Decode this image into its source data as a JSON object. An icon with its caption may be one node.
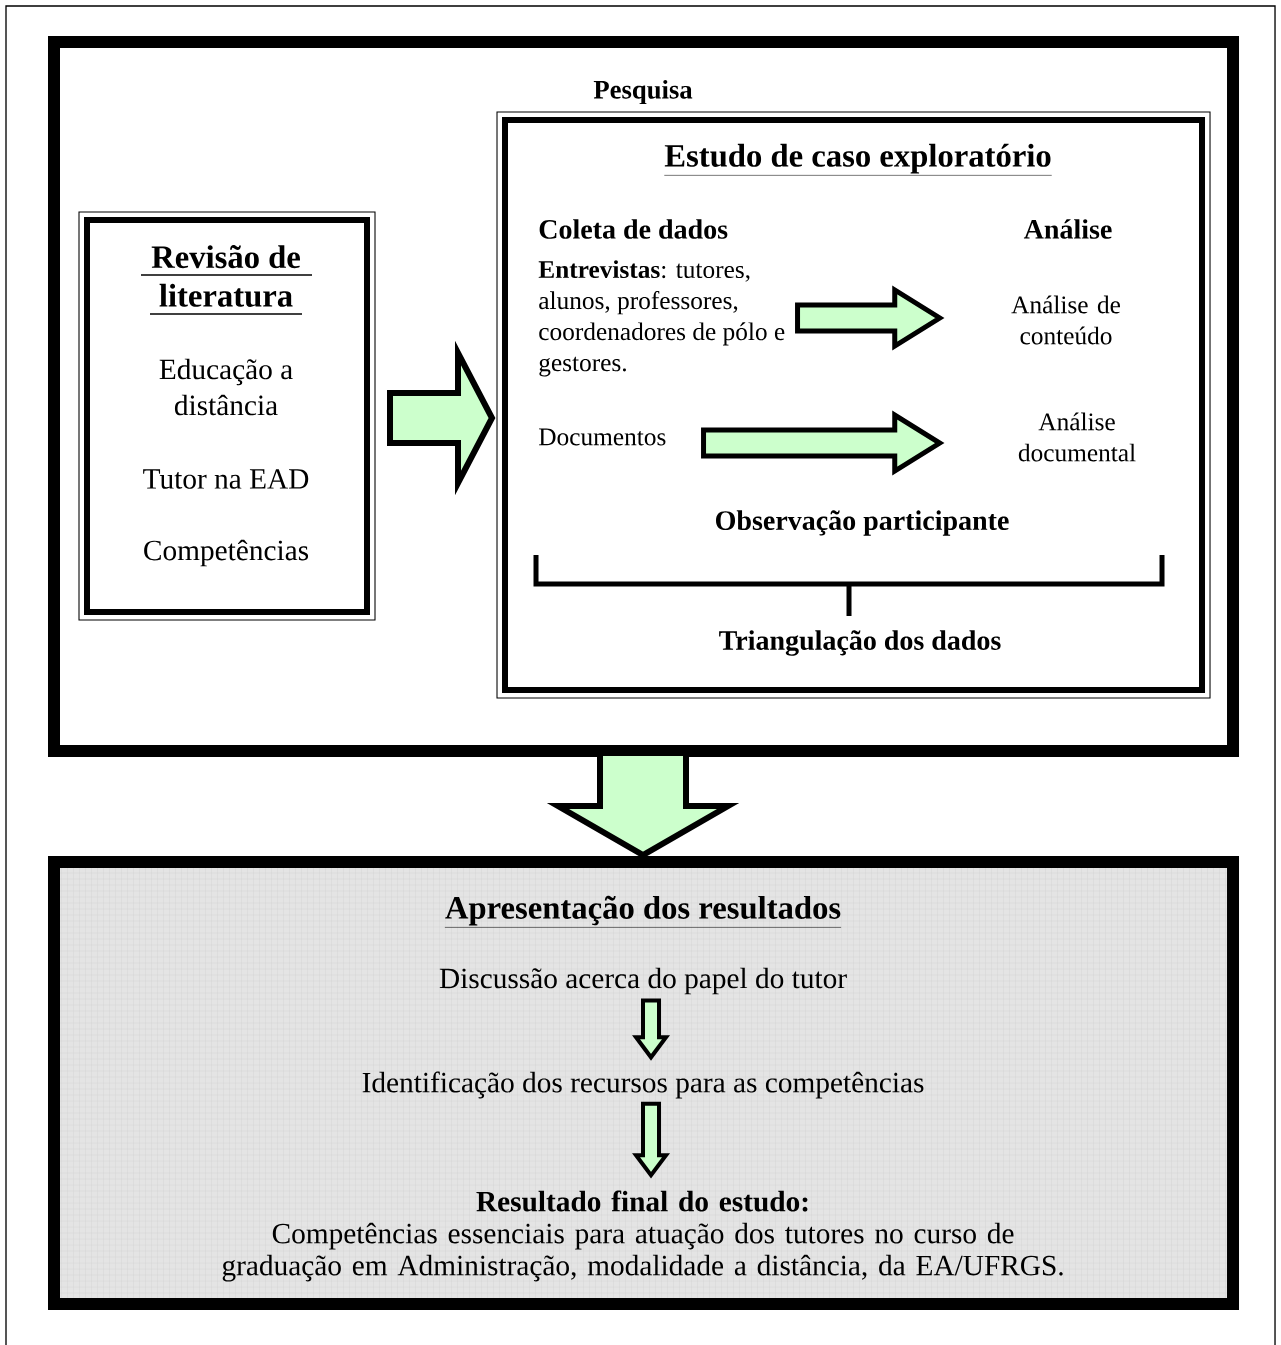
{
  "diagram": {
    "nodes": [
      {
        "text": [
          "Pesquisa"
        ]
      },
      {
        "text": [
          "Revisão de literatura",
          "Educação a distância",
          "Tutor na EAD",
          "Competências"
        ],
        "in": 0
      },
      {
        "text": [
          "Estudo de caso exploratório",
          "Coleta de dados",
          "Análise",
          "Observação participante",
          "Triangulação dos dados"
        ],
        "in": 0
      },
      {
        "text": [
          "**Entrevistas**: tutores, alunos, professores, coordenadores de pólo e gestores."
        ],
        "in": 2
      },
      {
        "text": [
          "Análise de conteúdo"
        ],
        "in": 2
      },
      {
        "text": [
          "Documentos"
        ],
        "in": 2
      },
      {
        "text": [
          "Análise documental"
        ],
        "in": 2
      },
      {
        "text": [
          "Apresentação dos resultados"
        ]
      },
      {
        "text": [
          "Discussão acerca do papel do tutor"
        ],
        "in": 7
      },
      {
        "text": [
          "Identificação dos recursos para as competências"
        ],
        "in": 7
      },
      {
        "text": [
          "Resultado final do estudo:",
          "Competências essenciais para atuação dos tutores no curso de graduação em Administração, modalidade a distância, da EA/UFRGS."
        ],
        "in": 7
      }
    ],
    "edges": [
      {
        "from": 1,
        "to": 2,
        "arrow": "to"
      },
      {
        "from": 3,
        "to": 4,
        "arrow": "to"
      },
      {
        "from": 5,
        "to": 6,
        "arrow": "to"
      },
      {
        "from": 0,
        "to": 7,
        "arrow": "to"
      },
      {
        "from": 8,
        "to": 9,
        "arrow": "to"
      },
      {
        "from": 9,
        "to": 10,
        "arrow": "to"
      }
    ]
  }
}
